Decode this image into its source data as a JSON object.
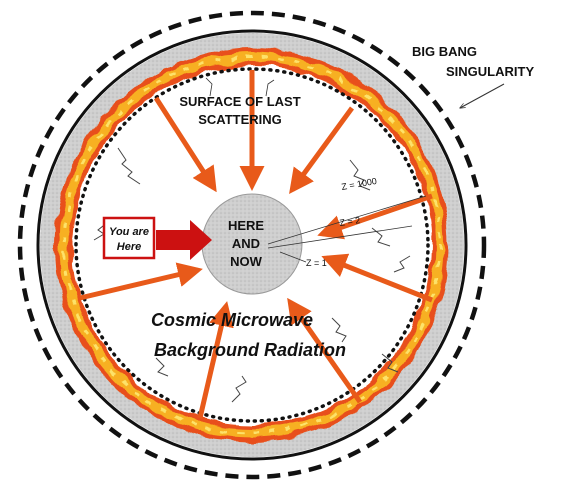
{
  "labels": {
    "big_bang_line1": "BIG BANG",
    "big_bang_line2": "SINGULARITY",
    "surface_line1": "SURFACE OF LAST",
    "surface_line2": "SCATTERING",
    "center_line1": "HERE",
    "center_line2": "AND",
    "center_line3": "NOW",
    "you_are_line1": "You are",
    "you_are_line2": "Here",
    "cmb_line1": "Cosmic Microwave",
    "cmb_line2": "Background Radiation",
    "z_1000": "Z = 1000",
    "z_mid": "Z = 2",
    "z_1": "Z = 1"
  },
  "colors": {
    "fire_outer": "#e8501a",
    "fire_inner": "#f7b020",
    "arrow": "#e85a1a",
    "ring_gray": "#c9c9c9",
    "center_gray": "#cfcfcf",
    "you_are_red": "#cc1111"
  }
}
